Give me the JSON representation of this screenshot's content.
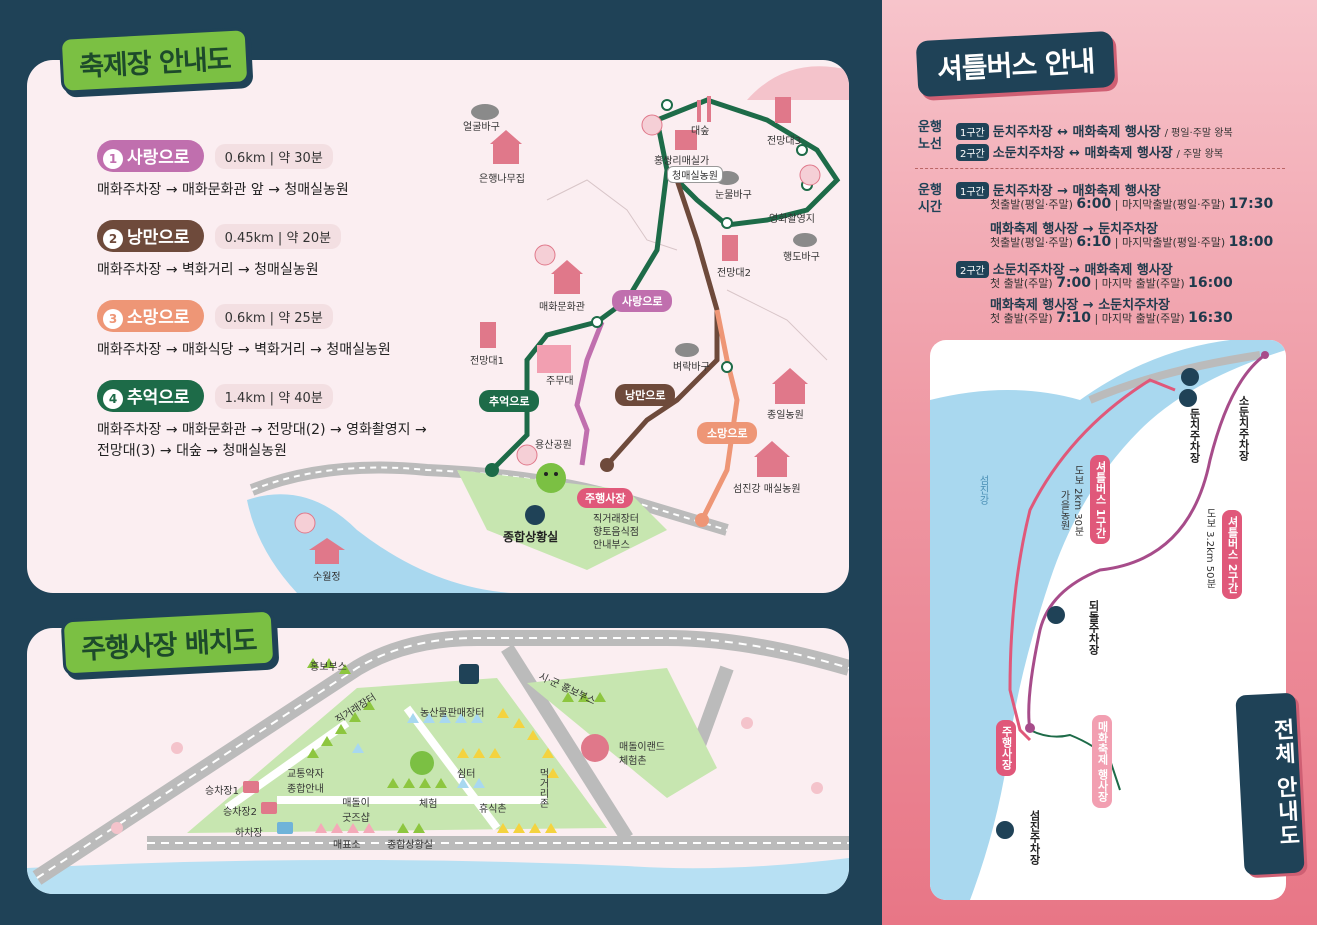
{
  "festival_map": {
    "title": "축제장 안내도",
    "routes": [
      {
        "num": "1",
        "name": "사랑으로",
        "distance": "0.6km",
        "time": "약 30분",
        "path": "매화주차장 → 매화문화관 앞 → 청매실농원",
        "color": "#c06fae"
      },
      {
        "num": "2",
        "name": "낭만으로",
        "distance": "0.45km",
        "time": "약 20분",
        "path": "매화주차장 → 벽화거리 → 청매실농원",
        "color": "#6e4a3b"
      },
      {
        "num": "3",
        "name": "소망으로",
        "distance": "0.6km",
        "time": "약 25분",
        "path": "매화주차장 → 매화식당 → 벽화거리 → 청매실농원",
        "color": "#ee9676"
      },
      {
        "num": "4",
        "name": "추억으로",
        "distance": "1.4km",
        "time": "약 40분",
        "path_line1": "매화주차장 → 매화문화관 → 전망대(2) → 영화촬영지 →",
        "path_line2": "전망대(3) → 대숲 → 청매실농원",
        "color": "#1d6b48"
      }
    ],
    "places": {
      "eolgul": "얼굴바구",
      "eunhaeng": "은행나무집",
      "daesup": "대숲",
      "hongssangri": "홍쌍리매실가",
      "cheongmae": "청매실농원",
      "jeonmang3": "전망대3",
      "nunmul": "눈물바구",
      "younghwa": "영화촬영지",
      "haengdo": "행도바구",
      "jeonmang2": "전망대2",
      "maehwa_munhwa": "매화문화관",
      "jeonmang1": "전망대1",
      "jumudae": "주무대",
      "byeorak": "벼락바구",
      "jongil": "종일농원",
      "yongsan": "용산공원",
      "seomjin": "섬진강 매실농원",
      "jonghap": "종합상황실",
      "suwol": "수월정",
      "juhaeng": "주행사장",
      "juhaeng_sub1": "직거래장터",
      "juhaeng_sub2": "향토음식점",
      "juhaeng_sub3": "안내부스"
    },
    "route_tags": {
      "r1": "사랑으로",
      "r2": "낭만으로",
      "r3": "소망으로",
      "r4": "추억으로"
    }
  },
  "main_site": {
    "title": "주행사장 배치도",
    "labels": {
      "hongbo": "홍보부스",
      "jikgeorae": "직거래장터",
      "nongsan": "농산물판매장터",
      "sigun": "시·군 홍보부스",
      "maedoli_land": "매돌이랜드",
      "cheheomchon": "체험촌",
      "seungchajang1": "승차장1",
      "seungchajang2": "승차장2",
      "hachajang": "하차장",
      "gyotong": "교통약자",
      "jonghap_annae": "종합안내",
      "maedoli_goods": "매돌이 굿즈샵",
      "cheheom": "체험",
      "shimteo": "쉼터",
      "hyusikchon": "휴식촌",
      "meokgeori": "먹거리존",
      "maepyoso": "매표소",
      "jonghap_sanghwang": "종합상황실"
    }
  },
  "shuttle": {
    "title": "셔틀버스 안내",
    "route_label": "운행 노선",
    "time_label": "운행 시간",
    "routes": [
      {
        "tag": "1구간",
        "text": "둔치주차장 ↔ 매화축제 행사장",
        "note": "/ 평일·주말 왕복"
      },
      {
        "tag": "2구간",
        "text": "소둔치주차장 ↔ 매화축제 행사장",
        "note": "/ 주말 왕복"
      }
    ],
    "times": {
      "s1_a": "둔치주차장 → 매화축제 행사장",
      "s1_a_first_label": "첫출발(평일·주말)",
      "s1_a_first": "6:00",
      "s1_a_last_label": "마지막출발(평일·주말)",
      "s1_a_last": "17:30",
      "s1_b": "매화축제 행사장 → 둔치주차장",
      "s1_b_first_label": "첫출발(평일·주말)",
      "s1_b_first": "6:10",
      "s1_b_last_label": "마지막출발(평일·주말)",
      "s1_b_last": "18:00",
      "s2_a": "소둔치주차장 → 매화축제 행사장",
      "s2_a_first_label": "첫 출발(주말)",
      "s2_a_first": "7:00",
      "s2_a_last_label": "마지막 출발(주말)",
      "s2_a_last": "16:00",
      "s2_b": "매화축제 행사장 → 소둔치주차장",
      "s2_b_first_label": "첫 출발(주말)",
      "s2_b_first": "7:10",
      "s2_b_last_label": "마지막 출발(주말)",
      "s2_b_last": "16:30",
      "tag1": "1구간",
      "tag2": "2구간"
    },
    "minimap": {
      "sodunchi": "소둔치주차장",
      "dunchi": "둔치주차장",
      "jangryongchi": "되돌주차장",
      "seomjingang": "섬진강",
      "bus1": "셔틀버스 1구간",
      "bus1_info": "도보 2km 30분",
      "bus2": "셔틀버스 2구간",
      "bus2_info": "도보 3.2km 50분",
      "juhaengsajang": "주행사장",
      "festival": "매화축제 행사장",
      "seomjin_parking": "섬진주차장",
      "gaeul": "가을농원"
    },
    "full_guide": "전체 안내도"
  }
}
